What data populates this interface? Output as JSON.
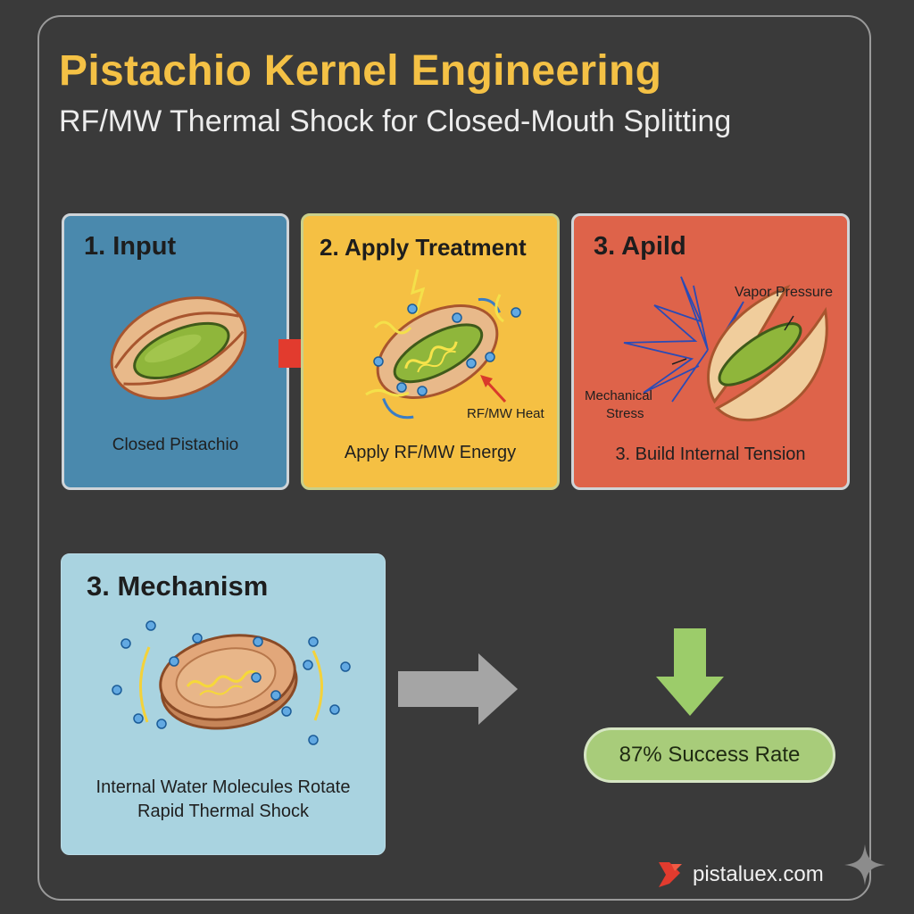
{
  "header": {
    "title": "Pistachio Kernel Engineering",
    "subtitle": "RF/MW Thermal Shock for Closed-Mouth Splitting"
  },
  "cards": {
    "input": {
      "title": "1. Input",
      "caption": "Closed Pistachio"
    },
    "treatment": {
      "title": "2. Apply Treatment",
      "caption": "Apply RF/MW Energy",
      "heat_label": "RF/MW Heat"
    },
    "apild": {
      "title": "3. Apild",
      "caption": "3. Build Internal Tension",
      "vapor_label": "Vapor Pressure",
      "stress_label_1": "Mechanical",
      "stress_label_2": "Stress"
    },
    "mechanism": {
      "title": "3. Mechanism",
      "caption_1": "Internal Water Molecules Rotate",
      "caption_2": "Rapid Thermal Shock"
    }
  },
  "result": {
    "label": "87% Success Rate"
  },
  "brand": {
    "name": "pistaluex.com"
  },
  "colors": {
    "title": "#f4c145",
    "input_card": "#4a89ad",
    "treatment_card": "#f5c043",
    "apild_card": "#de634a",
    "mechanism_card": "#a9d3e0",
    "result_badge": "#a8cc7a",
    "flow_arrow": "#e23b2e",
    "down_arrow": "#9ccc6a"
  },
  "icons": [
    "closed-pistachio-icon",
    "heated-pistachio-icon",
    "split-pistachio-icon",
    "water-molecule-icon",
    "brand-logo-icon",
    "sparkle-icon"
  ]
}
